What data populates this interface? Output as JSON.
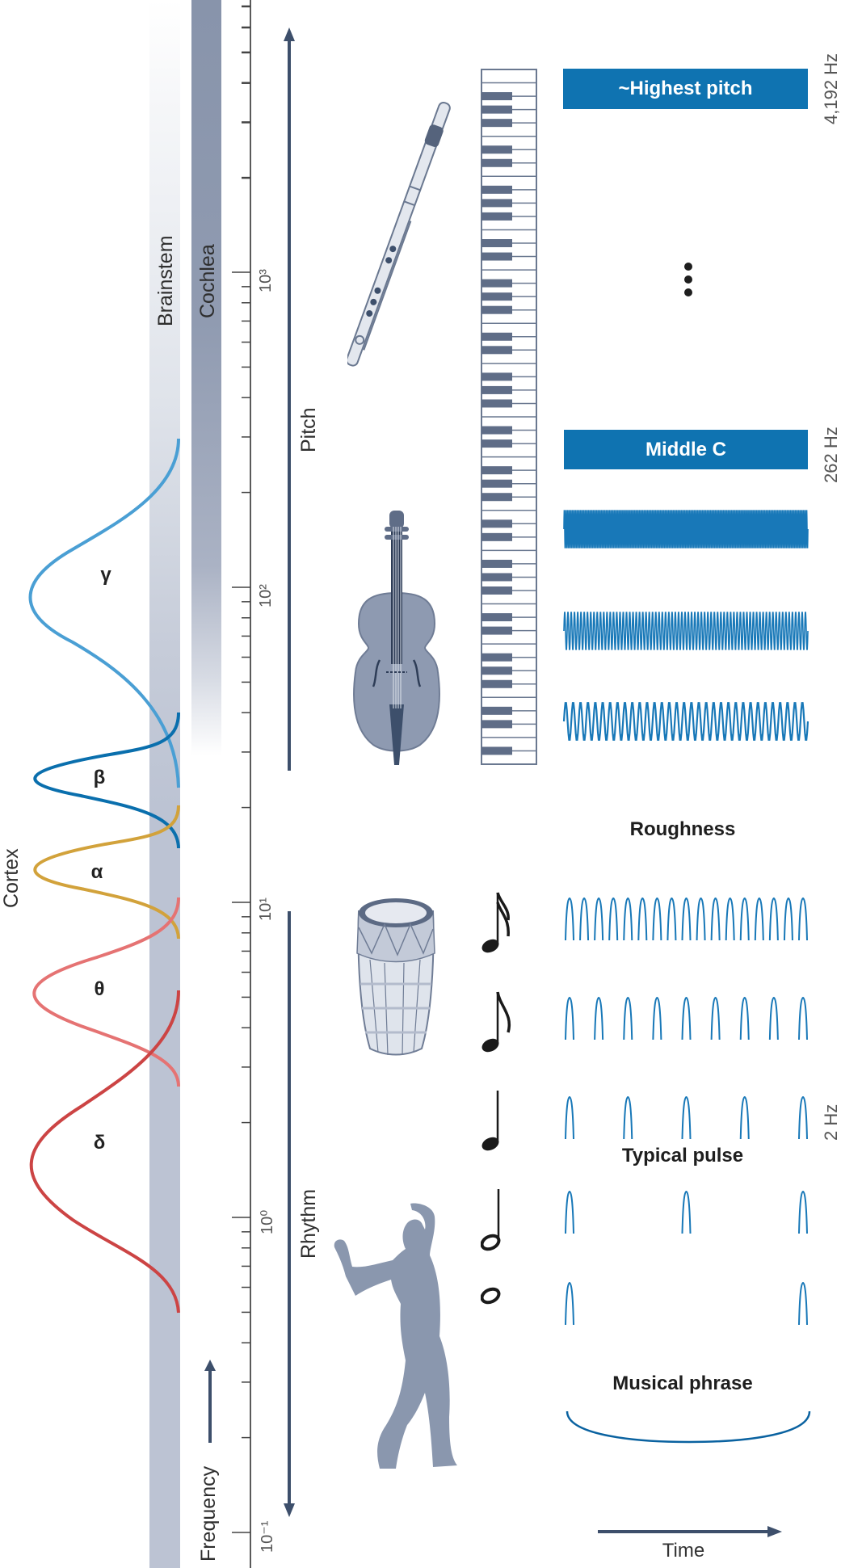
{
  "bands": {
    "brainstem": "Brainstem",
    "cochlea": "Cochlea",
    "cortex": "Cortex"
  },
  "axis": {
    "frequency_label": "Frequency",
    "ticks": [
      "10⁻¹",
      "10⁰",
      "10¹",
      "10²",
      "10³"
    ],
    "pitch_label": "Pitch",
    "rhythm_label": "Rhythm"
  },
  "oscillations": [
    {
      "symbol": "γ",
      "name": "gamma",
      "color": "#4a9fd4"
    },
    {
      "symbol": "β",
      "name": "beta",
      "color": "#0a6fad"
    },
    {
      "symbol": "α",
      "name": "alpha",
      "color": "#d2a23b"
    },
    {
      "symbol": "θ",
      "name": "theta",
      "color": "#e57373"
    },
    {
      "symbol": "δ",
      "name": "delta",
      "color": "#cc4444"
    }
  ],
  "pitch": {
    "highest_label": "~Highest pitch",
    "highest_hz": "4,192 Hz",
    "middle_c_label": "Middle C",
    "middle_c_hz": "262 Hz",
    "ellipsis": "⋮"
  },
  "rhythm": {
    "roughness_label": "Roughness",
    "typical_pulse_label": "Typical pulse",
    "typical_pulse_hz": "2 Hz",
    "musical_phrase_label": "Musical phrase",
    "notes": [
      "sixteenth-note",
      "eighth-note",
      "quarter-note",
      "half-note",
      "whole-note"
    ],
    "pulse_counts": [
      17,
      9,
      5,
      3,
      2
    ]
  },
  "time_label": "Time",
  "colors": {
    "accent_blue": "#0f73b1",
    "axis_navy": "#3d4f6b",
    "band_gray": "#bcc3d3",
    "cochlea_gray": "#8a96ad",
    "instrument_gray": "#8a97ae"
  }
}
